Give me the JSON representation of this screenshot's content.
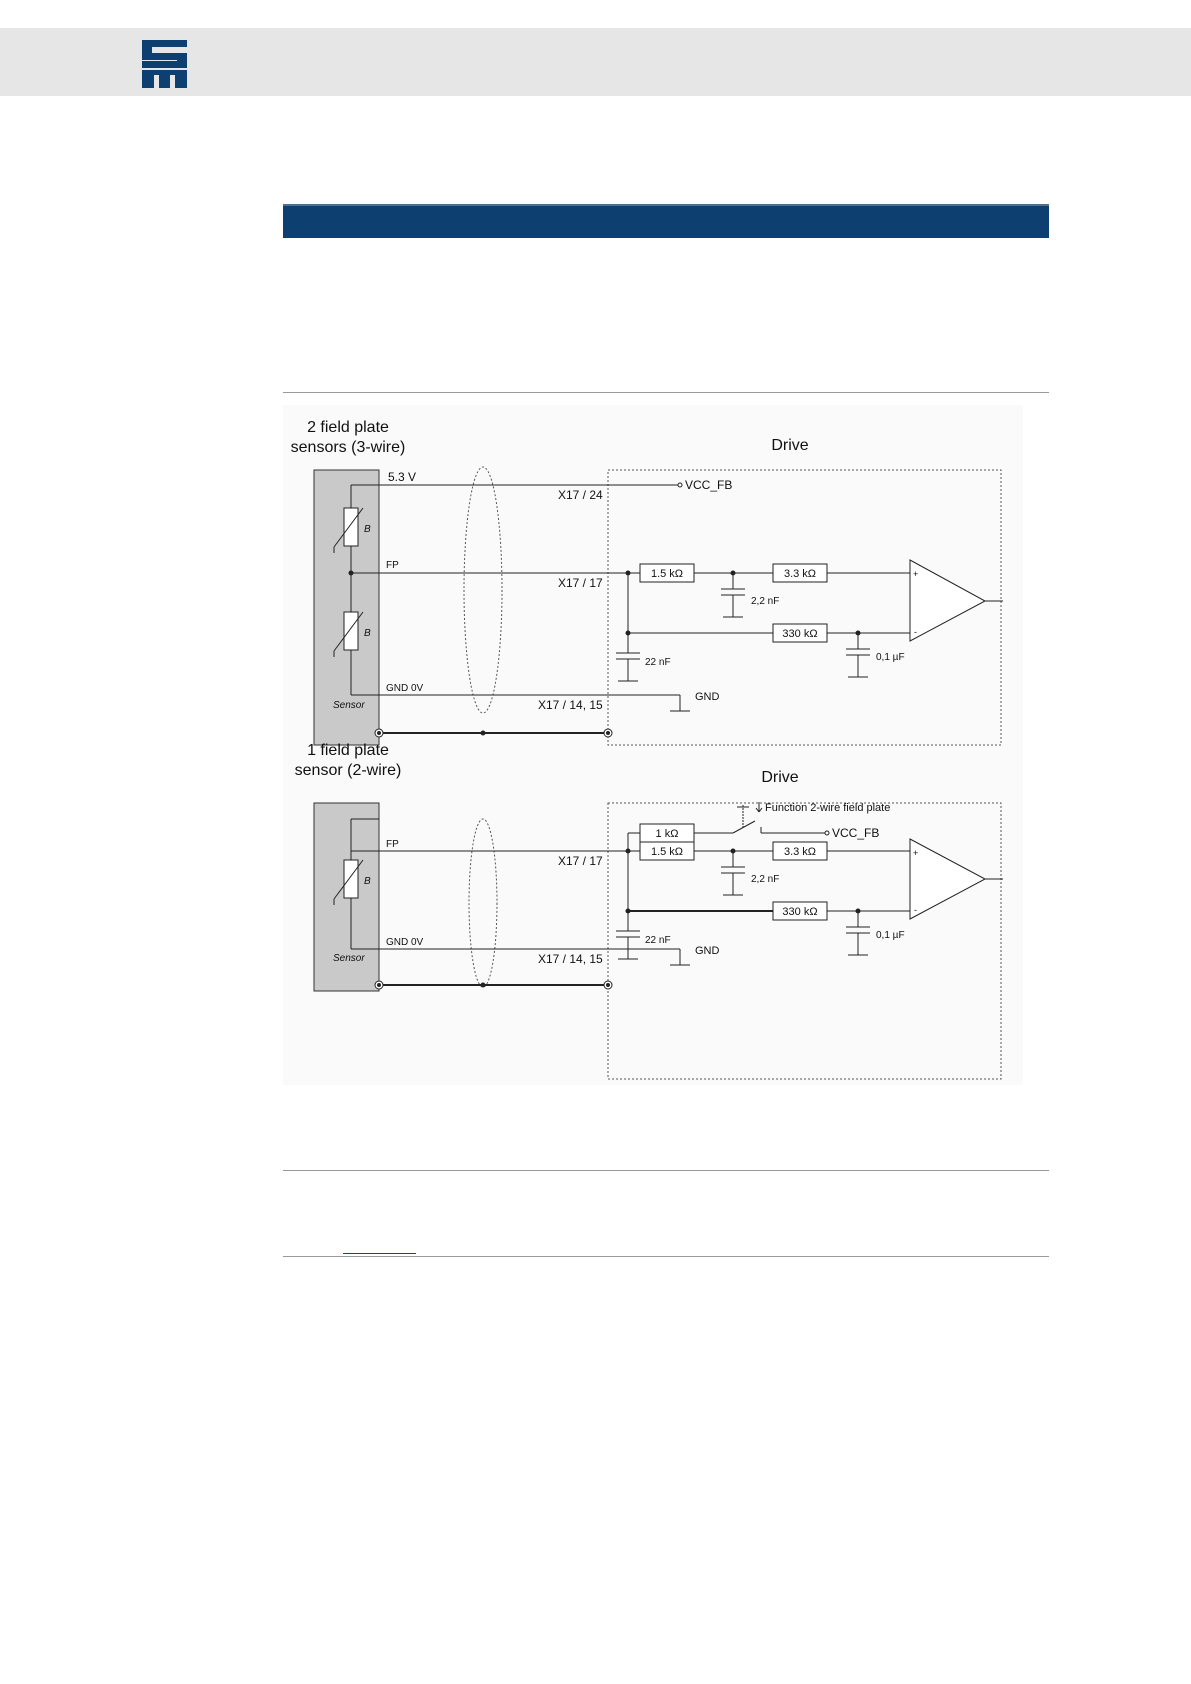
{
  "header": {
    "logo_icon": "sew-logo-icon",
    "logo_color": "#0d4070",
    "section_bar_color": "#0d4070"
  },
  "diagram": {
    "top": {
      "sensor_title_line1": "2 field plate",
      "sensor_title_line2": "sensors (3-wire)",
      "drive_label": "Drive",
      "supply_voltage": "5.3 V",
      "terminal_supply": "X17 / 24",
      "vcc_label": "VCC_FB",
      "fp_label": "FP",
      "terminal_fp": "X17 / 17",
      "r1": "1.5 kΩ",
      "r2": "3.3 kΩ",
      "r3": "330 kΩ",
      "c1": "2,2 nF",
      "c2": "22 nF",
      "c3": "0,1 µF",
      "sensor_b1": "B",
      "sensor_b2": "B",
      "gnd0v_label": "GND 0V",
      "sensor_label": "Sensor",
      "terminal_gnd": "X17 / 14, 15",
      "gnd_label": "GND",
      "opamp_plus": "+",
      "opamp_minus": "-"
    },
    "bottom": {
      "sensor_title_line1": "1 field plate",
      "sensor_title_line2": "sensor (2-wire)",
      "drive_label": "Drive",
      "function_label": "Function 2-wire field plate",
      "r0": "1 kΩ",
      "vcc_label": "VCC_FB",
      "fp_label": "FP",
      "terminal_fp": "X17 / 17",
      "r1": "1.5 kΩ",
      "r2": "3.3 kΩ",
      "r3": "330 kΩ",
      "c1": "2,2 nF",
      "c2": "22 nF",
      "c3": "0,1 µF",
      "sensor_b": "B",
      "gnd0v_label": "GND 0V",
      "sensor_label": "Sensor",
      "terminal_gnd": "X17 / 14, 15",
      "gnd_label": "GND",
      "opamp_plus": "+",
      "opamp_minus": "-"
    }
  },
  "link": {
    "text": ""
  }
}
